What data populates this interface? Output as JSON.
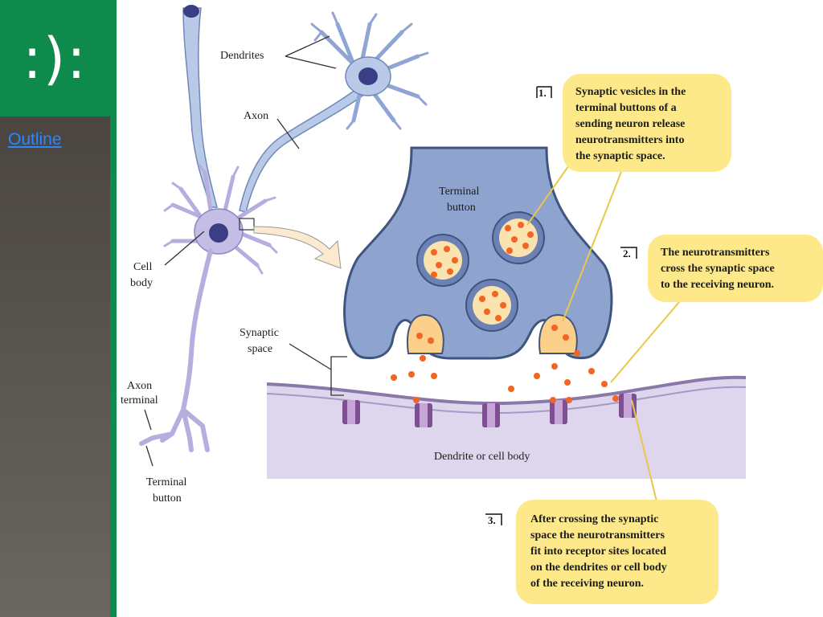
{
  "sidebar": {
    "logo_text": ":):",
    "outline_link": "Outline",
    "colors": {
      "green": "#0e8a4c",
      "panel_top": "#4a4540",
      "link": "#2a88ff"
    }
  },
  "diagram": {
    "labels": {
      "dendrites": "Dendrites",
      "axon": "Axon",
      "cell_body_line1": "Cell",
      "cell_body_line2": "body",
      "axon_terminal_line1": "Axon",
      "axon_terminal_line2": "terminal",
      "terminal_button_line1": "Terminal",
      "terminal_button_line2": "button",
      "synaptic_space_line1": "Synaptic",
      "synaptic_space_line2": "space",
      "inner_terminal_line1": "Terminal",
      "inner_terminal_line2": "button",
      "dendrite_or_cell_body": "Dendrite or cell body"
    },
    "steps": [
      {
        "num": "1.",
        "lines": [
          "Synaptic vesicles in the",
          "terminal buttons of a",
          "sending neuron release",
          "neurotransmitters into",
          "the synaptic space."
        ]
      },
      {
        "num": "2.",
        "lines": [
          "The neurotransmitters",
          "cross the synaptic space",
          "to the receiving neuron."
        ]
      },
      {
        "num": "3.",
        "lines": [
          "After crossing the synaptic",
          "space the neurotransmitters",
          "fit into receptor sites located",
          "on the dendrites or cell body",
          "of the receiving neuron."
        ]
      }
    ],
    "colors": {
      "neuron": "#b9c9e8",
      "neuron_stroke": "#6f88b8",
      "cell_body": "#c4bde6",
      "nucleus": "#3a3f85",
      "terminal": "#8fa3cf",
      "terminal_stroke": "#3f557f",
      "vesicle": "#fbe3b0",
      "dot": "#f26522",
      "membrane": "#ddd6ec",
      "membrane_stroke": "#8a78a8",
      "receptor": "#7e4f93",
      "bubble": "#fde98a",
      "bubble_stroke": "#e8c84a"
    }
  }
}
